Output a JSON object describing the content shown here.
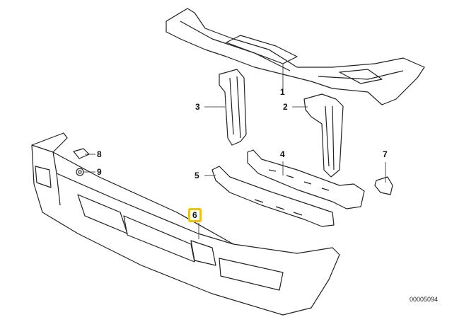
{
  "diagram": {
    "callouts": [
      {
        "id": "1",
        "label": "1"
      },
      {
        "id": "2",
        "label": "2"
      },
      {
        "id": "3",
        "label": "3"
      },
      {
        "id": "4",
        "label": "4"
      },
      {
        "id": "5",
        "label": "5"
      },
      {
        "id": "6",
        "label": "6",
        "highlighted": true
      },
      {
        "id": "7",
        "label": "7"
      },
      {
        "id": "8",
        "label": "8"
      },
      {
        "id": "9",
        "label": "9"
      }
    ],
    "reference_number": "00005094",
    "highlight_color": "#f2c200"
  }
}
